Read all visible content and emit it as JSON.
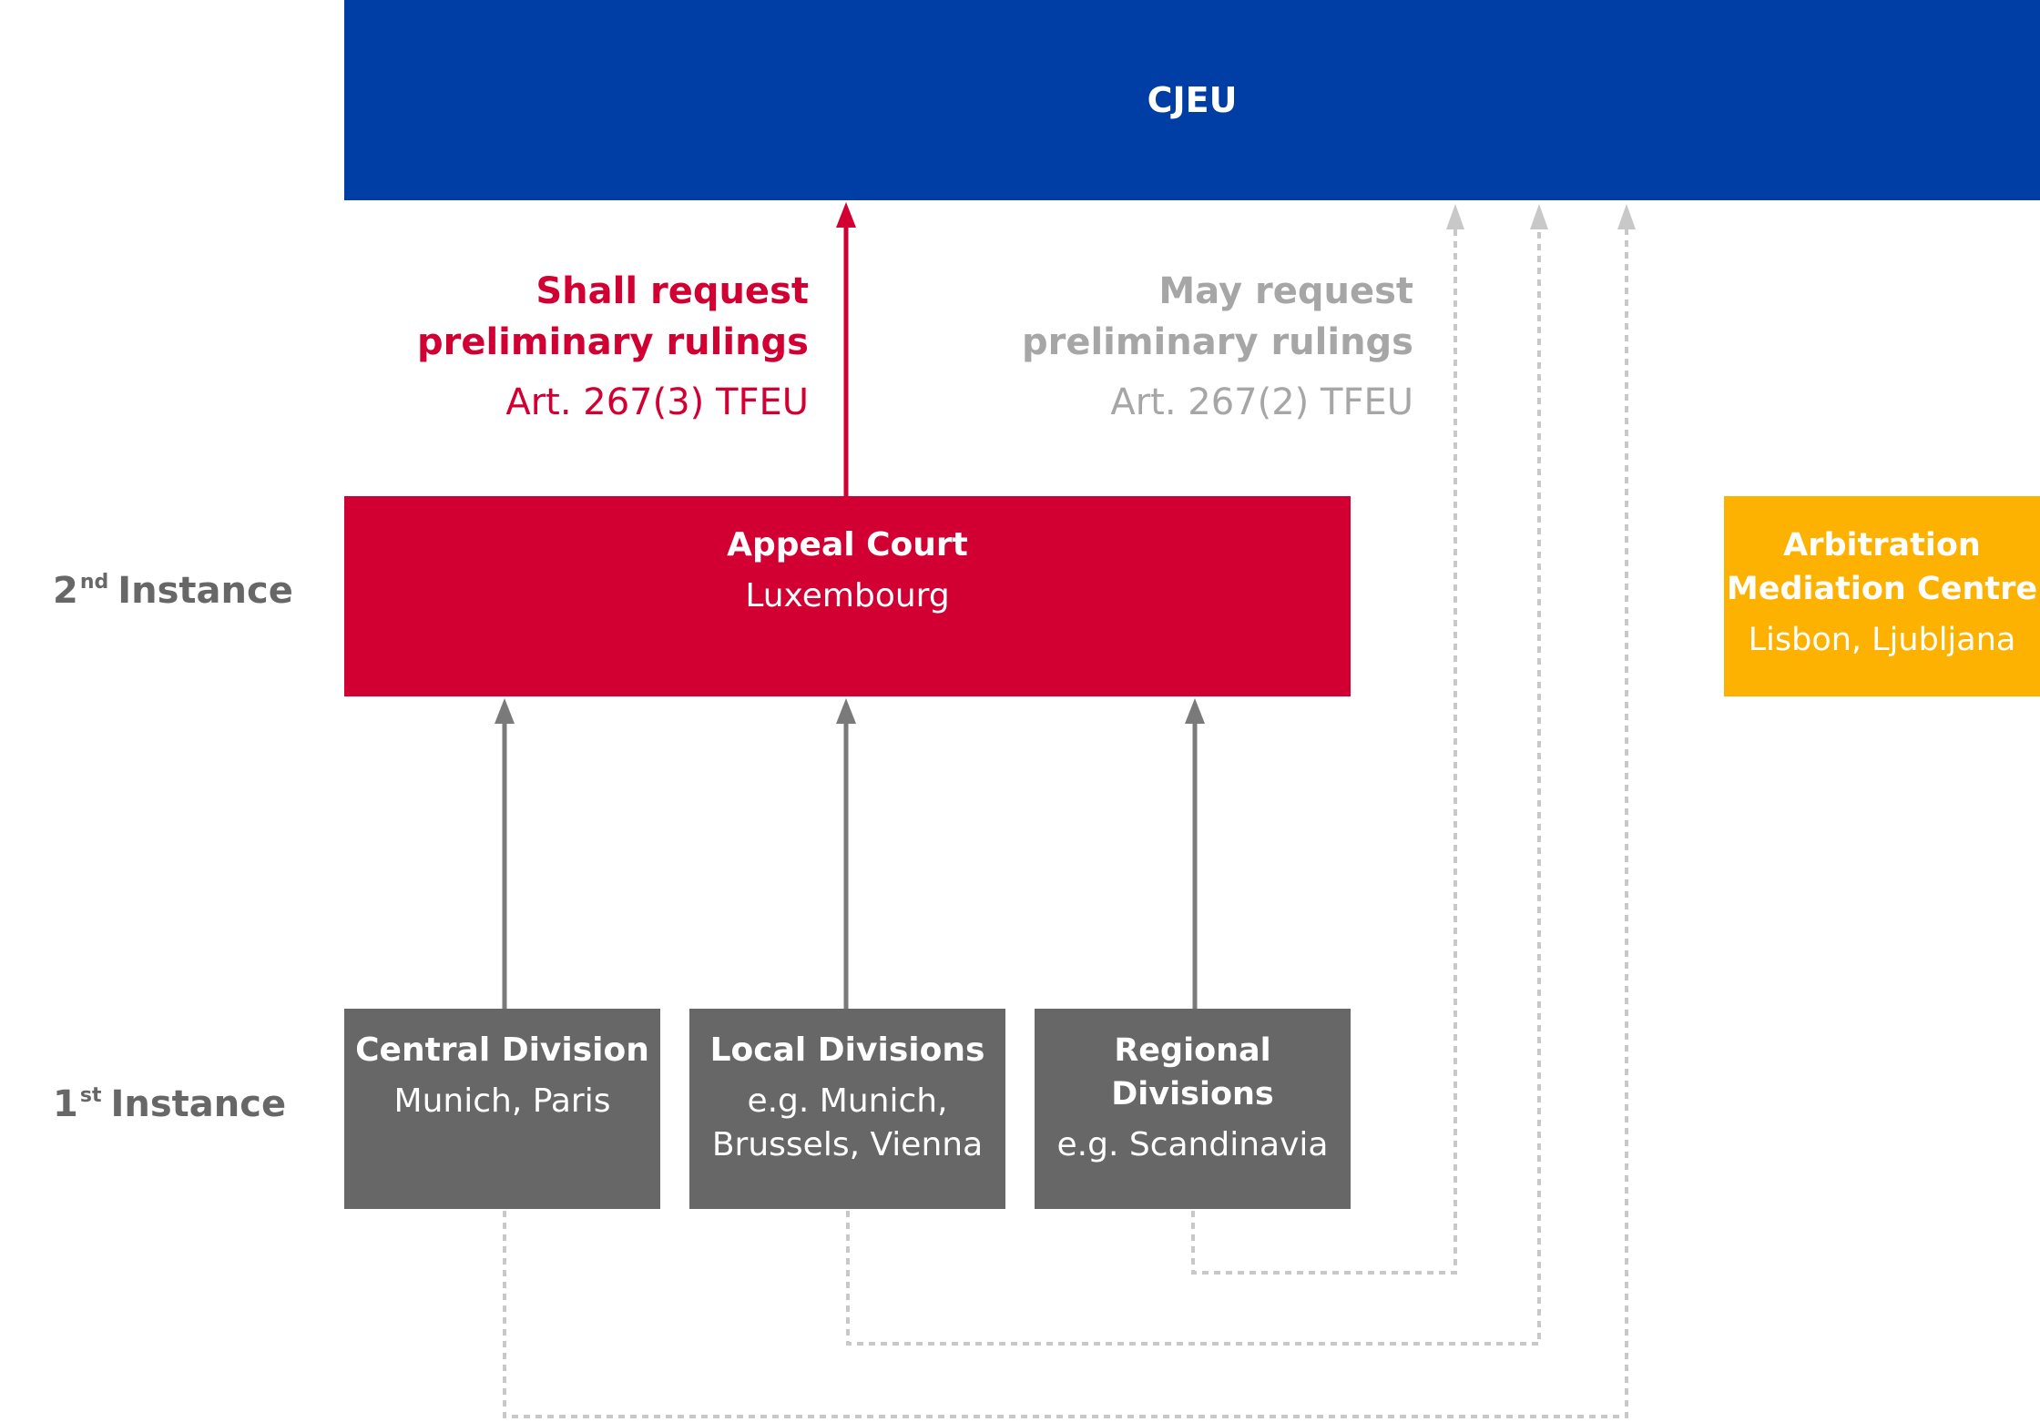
{
  "cjeu": {
    "title": "CJEU"
  },
  "shall": {
    "line1": "Shall request",
    "line2": "preliminary rulings",
    "article": "Art. 267(3) TFEU"
  },
  "may": {
    "line1": "May request",
    "line2": "preliminary rulings",
    "article": "Art. 267(2) TFEU"
  },
  "appeal": {
    "title": "Appeal Court",
    "location": "Luxembourg"
  },
  "arbitration": {
    "title_line1": "Arbitration",
    "title_line2": "Mediation Centre",
    "location": "Lisbon, Ljubljana"
  },
  "instances": {
    "second": {
      "num": "2",
      "sup": "nd",
      "label": "Instance"
    },
    "first": {
      "num": "1",
      "sup": "st",
      "label": "Instance"
    }
  },
  "divisions": [
    {
      "title": "Central Division",
      "line1": "Munich, Paris",
      "line2": ""
    },
    {
      "title": "Local Divisions",
      "line1": "e.g. Munich,",
      "line2": "Brussels, Vienna"
    },
    {
      "title": "Regional Divisions",
      "line1": "e.g. Scandinavia",
      "line2": ""
    }
  ],
  "colors": {
    "eu_blue": "#003da5",
    "red": "#d20032",
    "gray": "#676767",
    "light_gray": "#a6a6a6",
    "amber": "#fdb202"
  }
}
